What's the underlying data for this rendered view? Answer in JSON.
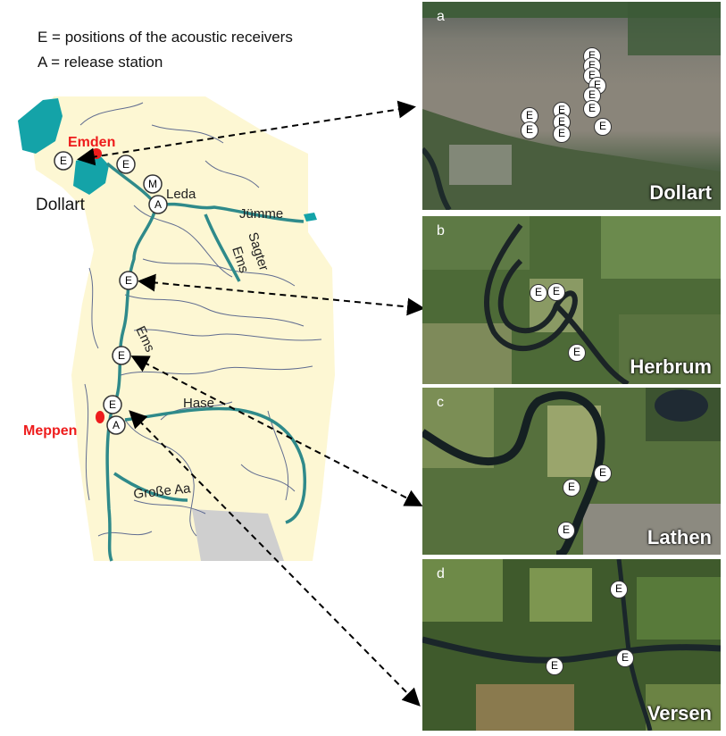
{
  "legend": {
    "line1": "E = positions of the acoustic receivers",
    "line2": "A = release station"
  },
  "map": {
    "dollart_label": "Dollart",
    "emden_label": "Emden",
    "meppen_label": "Meppen",
    "leda_label": "Leda",
    "jumme_label": "Jümme",
    "sagter_label": "Sagter",
    "ems_label_1": "Ems",
    "ems_label_2": "Ems",
    "hase_label": "Hase",
    "grosse_aa_label": "Große Aa",
    "marker_e": "E",
    "marker_a": "A",
    "marker_m": "M",
    "colors": {
      "land": "#fdf7d3",
      "water": "#14a3a8",
      "river": "#2f8a8a",
      "city": "#ee1c1c"
    }
  },
  "panels": [
    {
      "letter": "a",
      "name": "Dollart"
    },
    {
      "letter": "b",
      "name": "Herbrum"
    },
    {
      "letter": "c",
      "name": "Lathen"
    },
    {
      "letter": "d",
      "name": "Versen"
    }
  ]
}
